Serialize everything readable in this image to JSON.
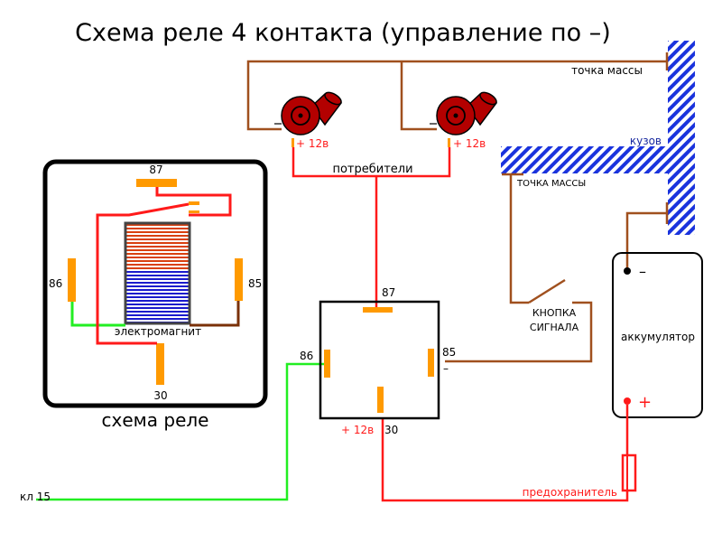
{
  "title": "Схема реле 4 контакта (управление по –)",
  "colors": {
    "wire_red": "#ff1a1a",
    "wire_green": "#22ee22",
    "wire_brown": "#a0501e",
    "pin_orange": "#ff9a00",
    "horn_red": "#b30000",
    "hatch_blue": "#1a33dd",
    "label_blue": "#1a2aa0"
  },
  "horns": {
    "left_label": "+ 12в",
    "right_label": "+ 12в",
    "group_label": "потребители"
  },
  "ground": {
    "top_label": "точка массы",
    "body_label": "кузов",
    "middle_label": "ТОЧКА МАССЫ"
  },
  "relay_diagram": {
    "pin_87": "87",
    "pin_86": "86",
    "pin_85": "85",
    "pin_30": "30",
    "coil_label": "электромагнит",
    "caption": "схема реле"
  },
  "relay": {
    "pin_87": "87",
    "pin_86": "86",
    "pin_85": "85",
    "pin_85_sign": "–",
    "pin_30": "30",
    "pin_30_voltage": "+ 12в"
  },
  "button": {
    "line1": "КНОПКА",
    "line2": "СИГНАЛА"
  },
  "battery": {
    "label": "аккумулятор",
    "minus": "–",
    "plus": "+"
  },
  "fuse_label": "предохранитель",
  "ignition_label": "кл 15"
}
